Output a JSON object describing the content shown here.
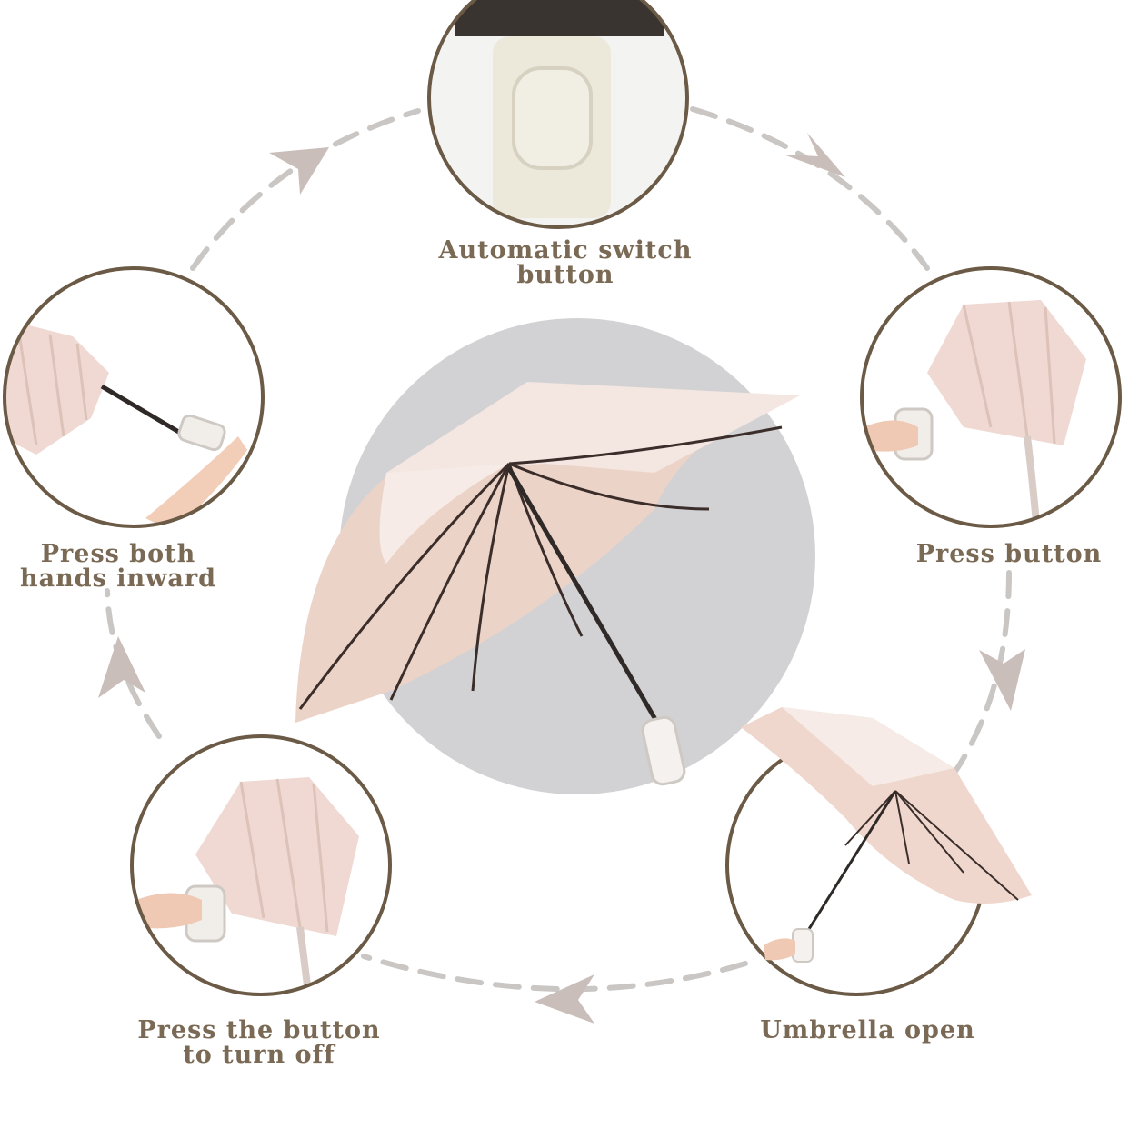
{
  "steps": [
    {
      "id": "switch",
      "line1": "Automatic switch",
      "line2": "button",
      "illustration": "handle-switch-closeup"
    },
    {
      "id": "press",
      "line1": "Press button",
      "line2": "",
      "illustration": "hand-pressing-folded-umbrella"
    },
    {
      "id": "open",
      "line1": "Umbrella open",
      "line2": "",
      "illustration": "open-umbrella"
    },
    {
      "id": "off",
      "line1": "Press the button",
      "line2": "to turn off",
      "illustration": "hand-pressing-folded-umbrella"
    },
    {
      "id": "close",
      "line1": "Press both",
      "line2": "hands inward",
      "illustration": "hands-collapsing-umbrella"
    }
  ],
  "center": {
    "illustration": "open-umbrella-large"
  },
  "colors": {
    "label": "#7a6a55",
    "ring": "#6b5a45",
    "arrow": "#c9beb9",
    "dash": "#c9c6c4",
    "canopy": "#f1ddd4",
    "canopy_shade": "#e7cbbe",
    "backdrop": "#d2d2d4"
  }
}
